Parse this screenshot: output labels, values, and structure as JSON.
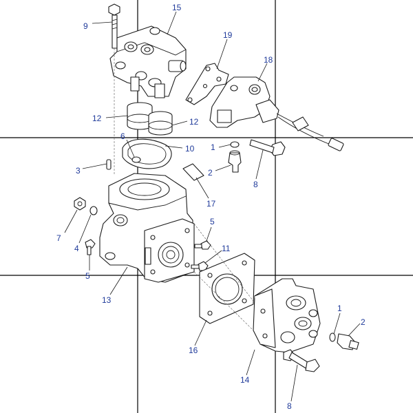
{
  "colors": {
    "label": "#1f3a9a",
    "line": "#1a1a1a",
    "grid": "#000000",
    "background": "#ffffff"
  },
  "labels": {
    "p15": "15",
    "p9": "9",
    "p19": "19",
    "p18": "18",
    "p12a": "12",
    "p12b": "12",
    "p6": "6",
    "p10": "10",
    "p1a": "1",
    "p3": "3",
    "p2a": "2",
    "p8a": "8",
    "p17": "17",
    "p7": "7",
    "p4": "4",
    "p5a": "5",
    "p5b": "5",
    "p11": "11",
    "p13": "13",
    "p16": "16",
    "p1b": "1",
    "p2b": "2",
    "p14": "14",
    "p8b": "8"
  }
}
